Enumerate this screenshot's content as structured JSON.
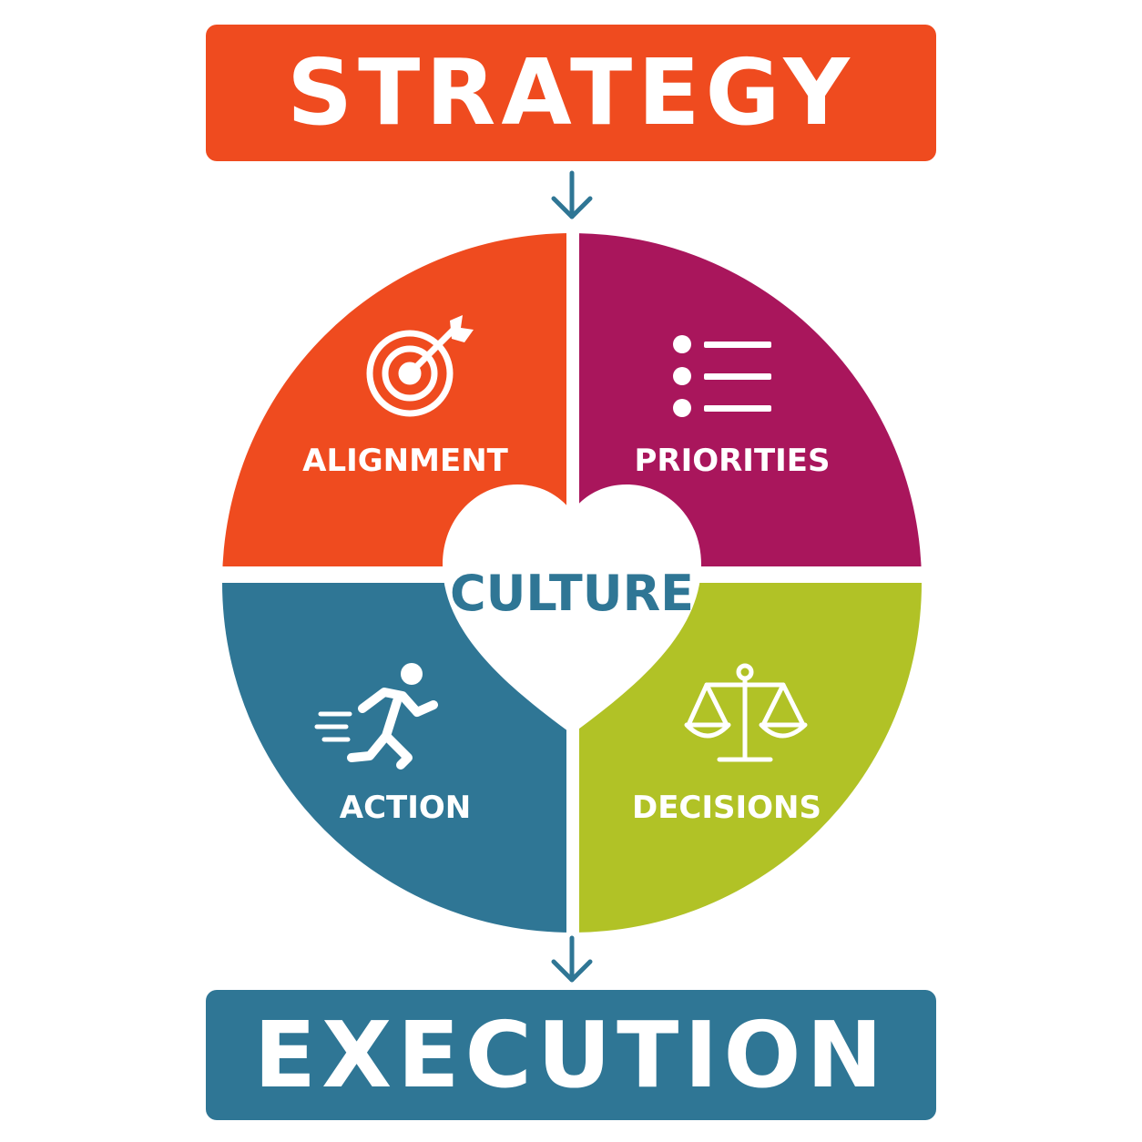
{
  "top": {
    "label": "STRATEGY",
    "color": "#ef4b1f"
  },
  "bottom": {
    "label": "EXECUTION",
    "color": "#2f7695"
  },
  "center": {
    "label": "CULTURE",
    "color": "#2f7695",
    "icon": "heart-icon"
  },
  "arrow_color": "#2f7695",
  "quadrants": [
    {
      "id": "alignment",
      "label": "ALIGNMENT",
      "icon": "target-arrow-icon",
      "color": "#ef4b1f"
    },
    {
      "id": "priorities",
      "label": "PRIORITIES",
      "icon": "bullet-list-icon",
      "color": "#a9165c"
    },
    {
      "id": "action",
      "label": "ACTION",
      "icon": "running-person-icon",
      "color": "#2f7695"
    },
    {
      "id": "decisions",
      "label": "DECISIONS",
      "icon": "balance-scale-icon",
      "color": "#b1c226"
    }
  ]
}
